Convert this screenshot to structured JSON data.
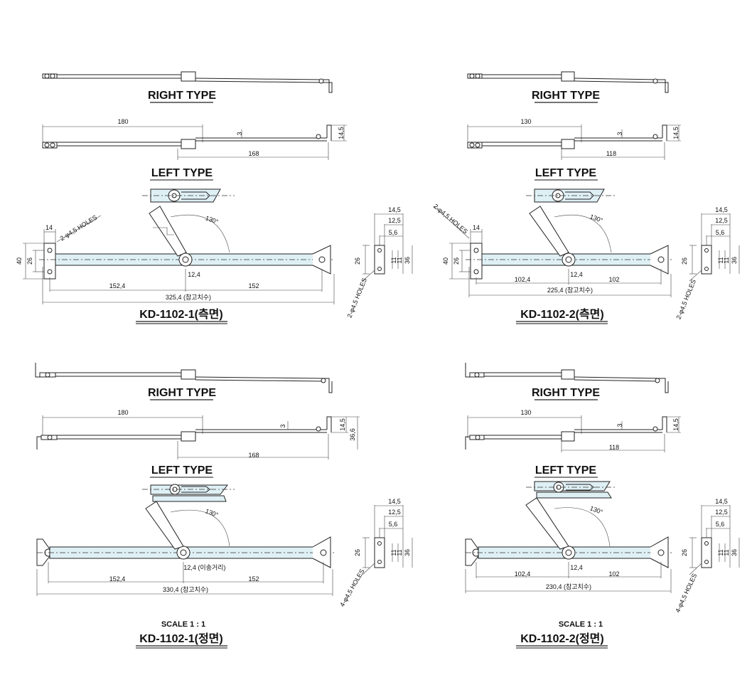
{
  "views": [
    {
      "right_type": "RIGHT TYPE",
      "left_type": "LEFT TYPE",
      "len_top": "180",
      "len_bottom": "168",
      "gap": "3",
      "hook_h": "14,5",
      "angle": "130°",
      "holes_left": "2-φ4,5 HOLES",
      "h14": "14",
      "h40": "40",
      "h26": "26",
      "pivot": "12,4",
      "left_seg": "152,4",
      "right_seg": "152",
      "total": "325,4 (참고치수)",
      "bracket_145": "14,5",
      "bracket_125": "12,5",
      "bracket_56": "5,6",
      "bracket_26": "26",
      "bracket_11a": "11",
      "bracket_11b": "11",
      "bracket_36": "36",
      "holes_right": "2-φ4,5 HOLES",
      "title": "KD-1102-1(측면)"
    },
    {
      "right_type": "RIGHT TYPE",
      "left_type": "LEFT TYPE",
      "len_top": "130",
      "len_bottom": "118",
      "gap": "3",
      "hook_h": "14,5",
      "angle": "130°",
      "holes_left": "2-φ4,5 HOLES",
      "h14": "14",
      "h40": "40",
      "h26": "26",
      "pivot": "12,4",
      "left_seg": "102,4",
      "right_seg": "102",
      "total": "225,4 (참고치수)",
      "bracket_145": "14,5",
      "bracket_125": "12,5",
      "bracket_56": "5,6",
      "bracket_26": "26",
      "bracket_11a": "11",
      "bracket_11b": "11",
      "bracket_36": "36",
      "holes_right": "2-φ4,5 HOLES",
      "title": "KD-1102-2(측면)"
    },
    {
      "right_type": "RIGHT TYPE",
      "left_type": "LEFT TYPE",
      "len_top": "180",
      "len_bottom": "168",
      "gap": "3",
      "hook_h": "14,5",
      "side_h": "36,6",
      "angle": "130°",
      "pivot": "12,4 (이송거리)",
      "left_seg": "152,4",
      "right_seg": "152",
      "total": "330,4 (참고치수)",
      "bracket_145": "14,5",
      "bracket_125": "12,5",
      "bracket_56": "5,6",
      "bracket_26": "26",
      "bracket_11a": "11",
      "bracket_11b": "11",
      "bracket_36": "36",
      "holes_right": "4-φ4,5 HOLES",
      "scale": "SCALE 1 : 1",
      "title": "KD-1102-1(정면)"
    },
    {
      "right_type": "RIGHT TYPE",
      "left_type": "LEFT TYPE",
      "len_top": "130",
      "len_bottom": "118",
      "gap": "3",
      "hook_h": "14,5",
      "angle": "130°",
      "pivot": "12,4",
      "left_seg": "102,4",
      "right_seg": "102",
      "total": "230,4 (참고치수)",
      "bracket_145": "14,5",
      "bracket_125": "12,5",
      "bracket_56": "5,6",
      "bracket_26": "26",
      "bracket_11a": "11",
      "bracket_11b": "11",
      "bracket_36": "36",
      "holes_right": "4-φ4,5 HOLES",
      "scale": "SCALE 1 : 1",
      "title": "KD-1102-2(정면)"
    }
  ]
}
